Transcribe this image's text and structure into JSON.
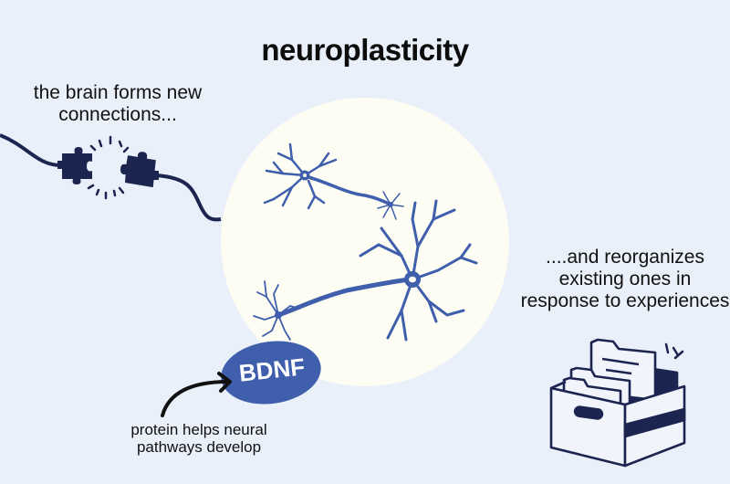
{
  "title": "neuroplasticity",
  "captions": {
    "left": "the brain forms new connections...",
    "right": "....and reorganizes existing ones in response to experiences",
    "bdnf_description": "protein helps neural pathways develop"
  },
  "bdnf_badge": {
    "label": "BDNF"
  },
  "icons": {
    "puzzle": "puzzle-plug-connection-icon",
    "neurons": "neuron-illustration",
    "file_box": "file-box-icon",
    "arrow": "curved-arrow-icon"
  },
  "colors": {
    "background": "#e9f0f9",
    "circle": "#fdfdf4",
    "neuron": "#3f5fad",
    "navy": "#1c2450",
    "bdnf": "#3f5fad",
    "text": "#111111"
  }
}
